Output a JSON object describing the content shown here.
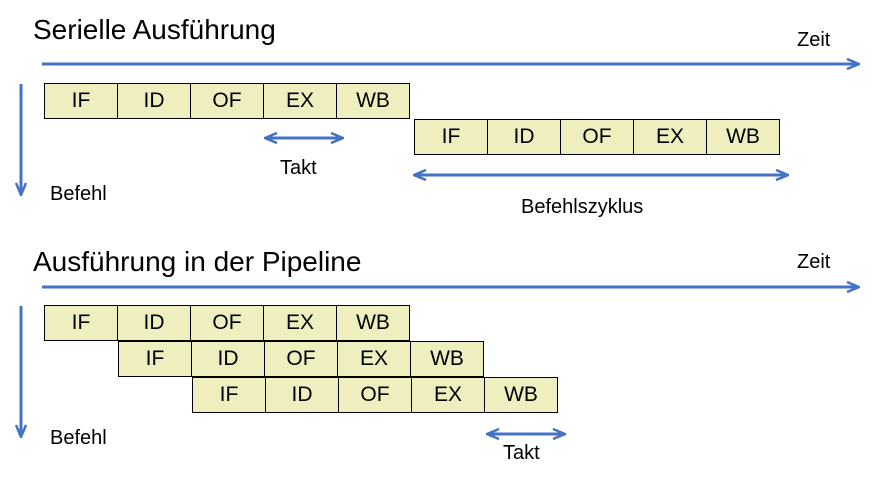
{
  "colors": {
    "arrow": "#4472c4",
    "stage_fill": "#eeeebf",
    "stage_border": "#000000"
  },
  "serial": {
    "title": "Serielle Ausführung",
    "time_label": "Zeit",
    "instruction_label": "Befehl",
    "takt_label": "Takt",
    "cycle_label": "Befehlszyklus",
    "rows": [
      [
        "IF",
        "ID",
        "OF",
        "EX",
        "WB"
      ],
      [
        "IF",
        "ID",
        "OF",
        "EX",
        "WB"
      ]
    ]
  },
  "pipeline": {
    "title": "Ausführung in der Pipeline",
    "time_label": "Zeit",
    "instruction_label": "Befehl",
    "takt_label": "Takt",
    "rows": [
      [
        "IF",
        "ID",
        "OF",
        "EX",
        "WB"
      ],
      [
        "IF",
        "ID",
        "OF",
        "EX",
        "WB"
      ],
      [
        "IF",
        "ID",
        "OF",
        "EX",
        "WB"
      ]
    ]
  }
}
